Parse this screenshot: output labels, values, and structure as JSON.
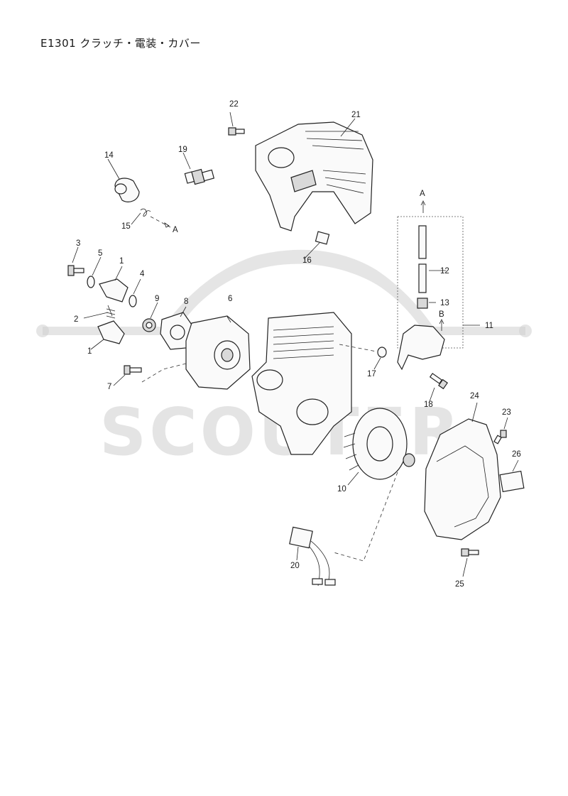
{
  "title": "E1301 クラッチ・電装・カバー",
  "watermark": "SCOUTER",
  "callouts": [
    {
      "id": "c1a",
      "text": "1"
    },
    {
      "id": "c1b",
      "text": "1"
    },
    {
      "id": "c2",
      "text": "2"
    },
    {
      "id": "c3",
      "text": "3"
    },
    {
      "id": "c4",
      "text": "4"
    },
    {
      "id": "c5",
      "text": "5"
    },
    {
      "id": "c6",
      "text": "6"
    },
    {
      "id": "c7",
      "text": "7"
    },
    {
      "id": "c8",
      "text": "8"
    },
    {
      "id": "c9",
      "text": "9"
    },
    {
      "id": "c10",
      "text": "10"
    },
    {
      "id": "c11",
      "text": "11"
    },
    {
      "id": "c12",
      "text": "12"
    },
    {
      "id": "c13",
      "text": "13"
    },
    {
      "id": "c14",
      "text": "14"
    },
    {
      "id": "c15",
      "text": "15"
    },
    {
      "id": "c16",
      "text": "16"
    },
    {
      "id": "c17",
      "text": "17"
    },
    {
      "id": "c18",
      "text": "18"
    },
    {
      "id": "c19",
      "text": "19"
    },
    {
      "id": "c20",
      "text": "20"
    },
    {
      "id": "c21",
      "text": "21"
    },
    {
      "id": "c22",
      "text": "22"
    },
    {
      "id": "c23",
      "text": "23"
    },
    {
      "id": "c24",
      "text": "24"
    },
    {
      "id": "c25",
      "text": "25"
    },
    {
      "id": "c26",
      "text": "26"
    }
  ],
  "refs": {
    "a1": "A",
    "a2": "A",
    "b": "B"
  }
}
